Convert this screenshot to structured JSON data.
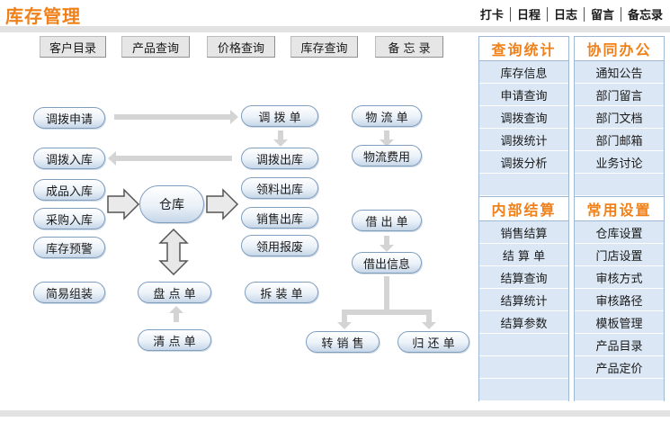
{
  "header": {
    "title": "库存管理",
    "links": [
      "打卡",
      "日程",
      "日志",
      "留言",
      "备忘录"
    ]
  },
  "toolbar": [
    "客户目录",
    "产品查询",
    "价格查询",
    "库存查询",
    "备 忘 录"
  ],
  "flow": {
    "left": [
      "调拨申请",
      "调拨入库",
      "成品入库",
      "采购入库",
      "库存预警",
      "简易组装"
    ],
    "center": "仓库",
    "middle": [
      "调 拨 单",
      "调拨出库",
      "领料出库",
      "销售出库",
      "领用报废",
      "盘 点 单",
      "清 点 单",
      "拆 装 单"
    ],
    "right": [
      "物 流 单",
      "物流费用",
      "借 出 单",
      "借出信息",
      "转 销 售",
      "归 还 单"
    ]
  },
  "panels": {
    "query_stats": {
      "title": "查询统计",
      "items": [
        "库存信息",
        "申请查询",
        "调拨查询",
        "调拨统计",
        "调拨分析"
      ]
    },
    "cooperation": {
      "title": "协同办公",
      "items": [
        "通知公告",
        "部门留言",
        "部门文档",
        "部门邮箱",
        "业务讨论"
      ]
    },
    "settlement": {
      "title": "内部结算",
      "items": [
        "销售结算",
        "结 算 单",
        "结算查询",
        "结算统计",
        "结算参数"
      ]
    },
    "settings": {
      "title": "常用设置",
      "items": [
        "仓库设置",
        "门店设置",
        "审核方式",
        "审核路径",
        "模板管理",
        "产品目录",
        "产品定价"
      ]
    }
  },
  "colors": {
    "accent": "#f08019",
    "panel_bg": "#dbe7f4",
    "pill_border": "#7f9fbf"
  }
}
